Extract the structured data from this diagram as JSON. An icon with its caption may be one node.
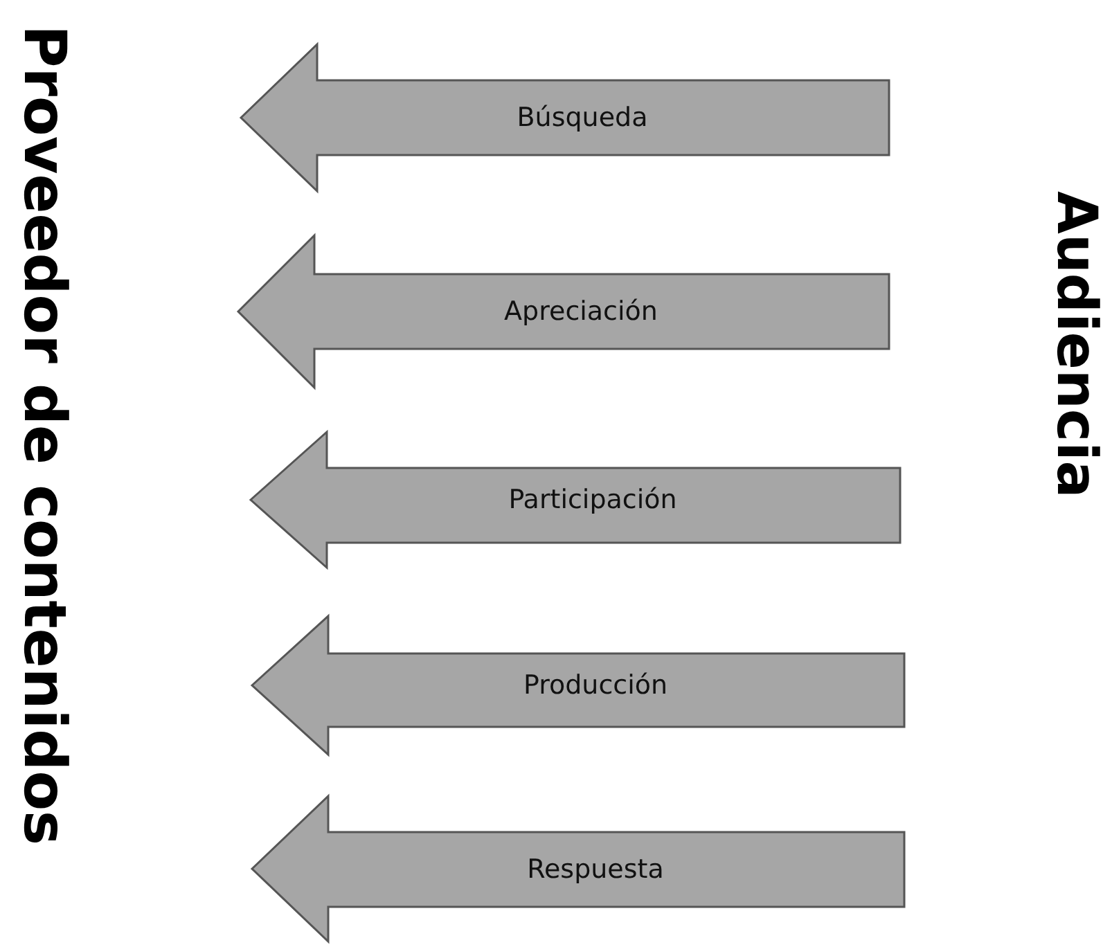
{
  "diagram": {
    "nodes": [
      {
        "text": [
          "Proveedor de contenidos"
        ]
      },
      {
        "text": [
          "Audiencia"
        ]
      }
    ],
    "edges": [
      {
        "from": 1,
        "to": 0,
        "arrow": "to",
        "label": "Búsqueda"
      },
      {
        "from": 1,
        "to": 0,
        "arrow": "to",
        "label": "Apreciación"
      },
      {
        "from": 1,
        "to": 0,
        "arrow": "to",
        "label": "Participación"
      },
      {
        "from": 1,
        "to": 0,
        "arrow": "to",
        "label": "Producción"
      },
      {
        "from": 1,
        "to": 0,
        "arrow": "to",
        "label": "Respuesta"
      }
    ]
  }
}
